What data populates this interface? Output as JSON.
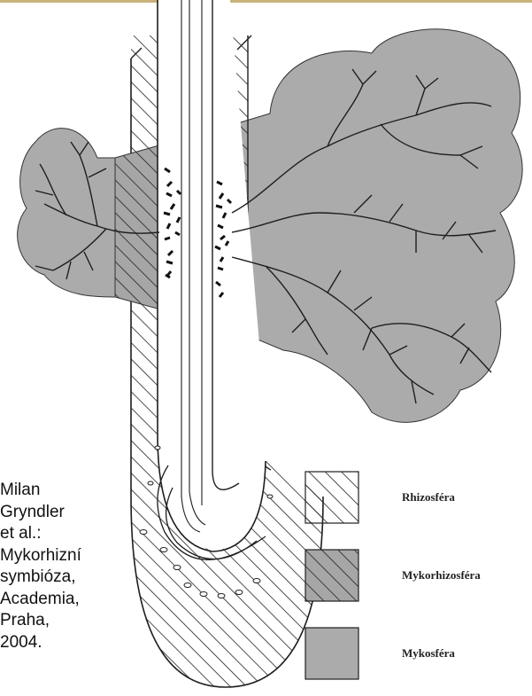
{
  "legend": [
    {
      "label": "Rhizosféra",
      "fill": "#ffffff",
      "hatch": "#222222"
    },
    {
      "label": "Mykorhizosféra",
      "fill": "#a6a6a6",
      "hatch": "#222222"
    },
    {
      "label": "Mykosféra",
      "fill": "#ababab",
      "hatch": null
    }
  ],
  "citation_lines": [
    "Milan",
    "Gryndler",
    "et al.:",
    "Mykorhizní",
    "symbióza,",
    "Academia,",
    "Praha,",
    "2004."
  ],
  "colors": {
    "mycosphere": "#ababab",
    "outline": "#1e1e1e",
    "top_border": "#c7b27a"
  }
}
